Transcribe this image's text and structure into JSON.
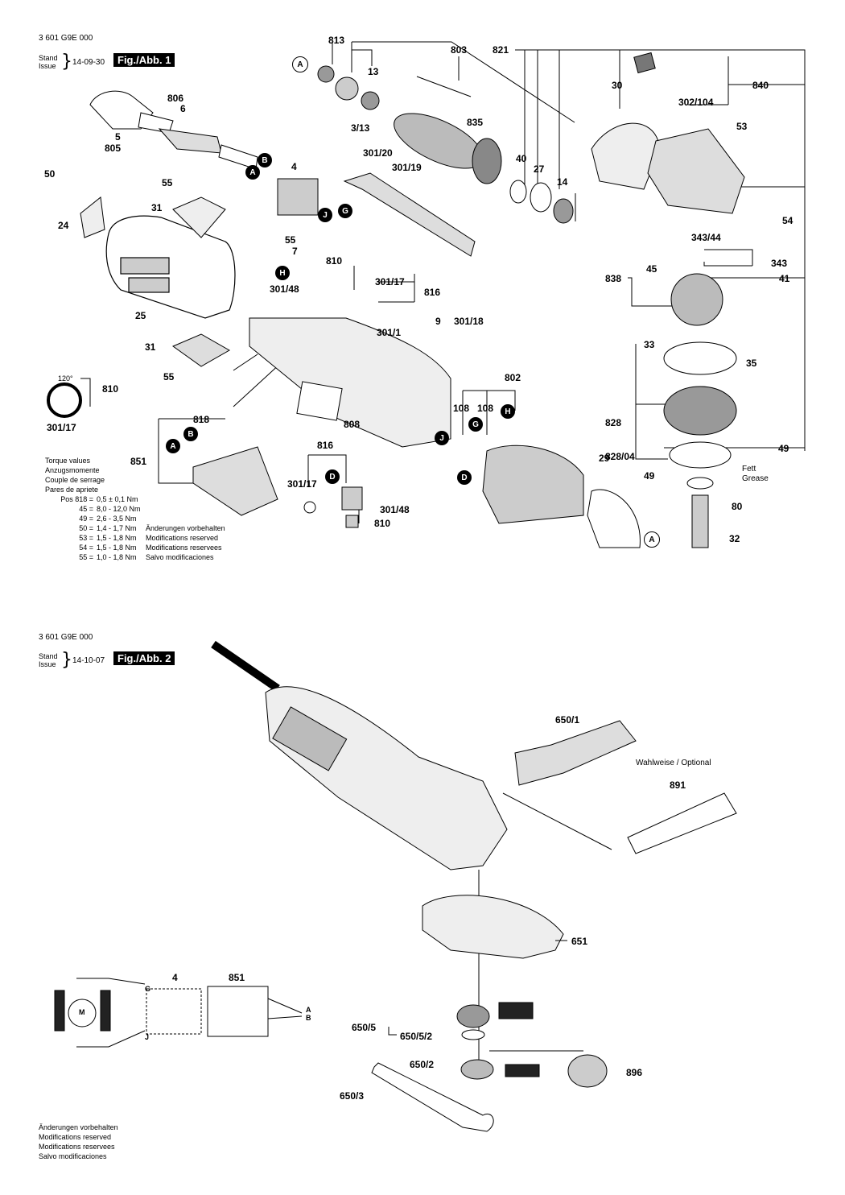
{
  "fig1": {
    "part_number": "3 601 G9E 000",
    "stand_label": "Stand",
    "issue_label": "Issue",
    "date": "14-09-30",
    "fig_label": "Fig./Abb. 1"
  },
  "fig2": {
    "part_number": "3 601 G9E 000",
    "stand_label": "Stand",
    "issue_label": "Issue",
    "date": "14-10-07",
    "fig_label": "Fig./Abb. 2"
  },
  "labels1": [
    "813",
    "803",
    "821",
    "13",
    "840",
    "A",
    "30",
    "302/104",
    "806",
    "6",
    "835",
    "53",
    "3/13",
    "5",
    "805",
    "B",
    "A",
    "301/20",
    "40",
    "27",
    "14",
    "50",
    "4",
    "301/19",
    "55",
    "J",
    "G",
    "54",
    "24",
    "31",
    "343/44",
    "55",
    "7",
    "810",
    "H",
    "343",
    "301/48",
    "301/17",
    "816",
    "45",
    "838",
    "41",
    "25",
    "9",
    "301/18",
    "301/1",
    "33",
    "35",
    "31",
    "802",
    "810",
    "108",
    "108",
    "G",
    "H",
    "55",
    "828",
    "301/17",
    "818",
    "808",
    "J",
    "49",
    "A",
    "B",
    "816",
    "828/04",
    "851",
    "29",
    "D",
    "49",
    "Fett",
    "Grease",
    "301/17",
    "D",
    "80",
    "301/48",
    "810",
    "A",
    "32",
    "120°"
  ],
  "torque": {
    "heading": [
      "Torque values",
      "Anzugsmomente",
      "Couple de serrage",
      "Pares de apriete"
    ],
    "rows": [
      {
        "k": "Pos 818 =",
        "v": "0,5 ± 0,1 Nm"
      },
      {
        "k": "45 =",
        "v": "8,0 - 12,0 Nm"
      },
      {
        "k": "49 =",
        "v": "2,6 - 3,5 Nm"
      },
      {
        "k": "50 =",
        "v": "1,4 - 1,7 Nm"
      },
      {
        "k": "53 =",
        "v": "1,5 - 1,8 Nm"
      },
      {
        "k": "54 =",
        "v": "1,5 - 1,8 Nm"
      },
      {
        "k": "55 =",
        "v": "1,0 - 1,8 Nm"
      }
    ],
    "notes": [
      "Änderungen vorbehalten",
      "Modifications reserved",
      "Modifications reservees",
      "Salvo modificaciones"
    ]
  },
  "labels2": [
    "650/1",
    "Wahlweise / Optional",
    "891",
    "651",
    "4",
    "851",
    "G",
    "M",
    "A",
    "B",
    "J",
    "650/5",
    "650/5/2",
    "650/2",
    "896",
    "650/3"
  ],
  "footer": [
    "Änderungen vorbehalten",
    "Modifications reserved",
    "Modifications reservees",
    "Salvo modificaciones"
  ]
}
